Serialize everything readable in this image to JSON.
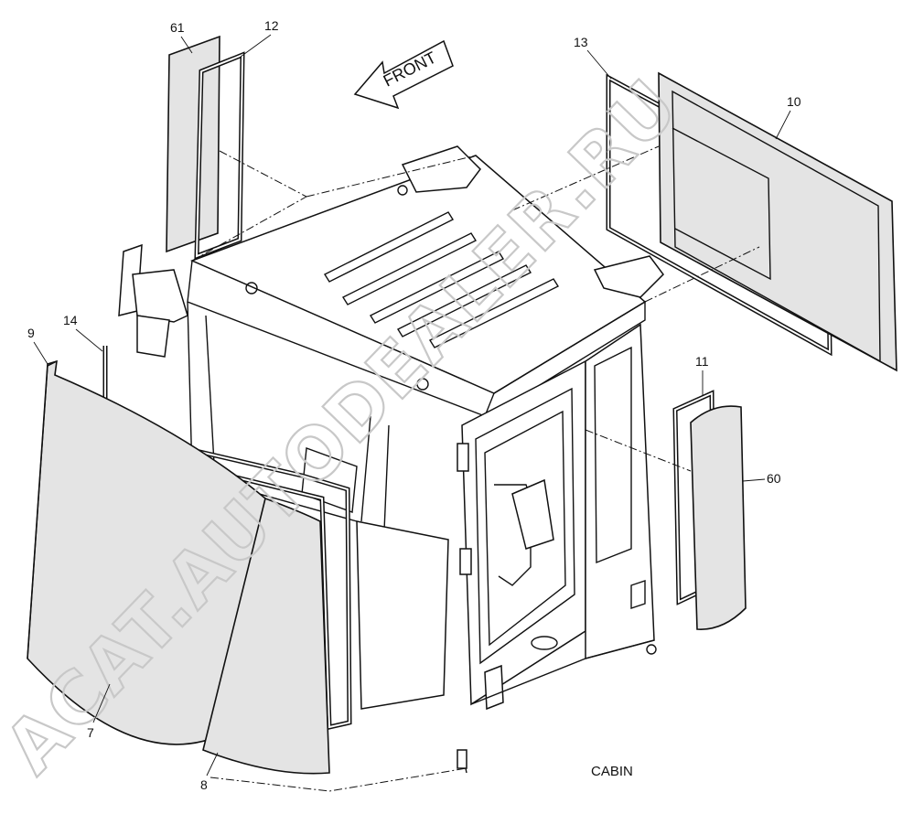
{
  "diagram": {
    "caption": "CABIN",
    "direction_label": "FRONT",
    "watermark": "ACAT.AUTODEALER.RU",
    "callouts": [
      {
        "id": "61",
        "text": "61"
      },
      {
        "id": "12",
        "text": "12"
      },
      {
        "id": "13",
        "text": "13"
      },
      {
        "id": "10",
        "text": "10"
      },
      {
        "id": "9",
        "text": "9"
      },
      {
        "id": "14",
        "text": "14"
      },
      {
        "id": "11",
        "text": "11"
      },
      {
        "id": "60",
        "text": "60"
      },
      {
        "id": "7",
        "text": "7"
      },
      {
        "id": "8",
        "text": "8"
      }
    ]
  }
}
